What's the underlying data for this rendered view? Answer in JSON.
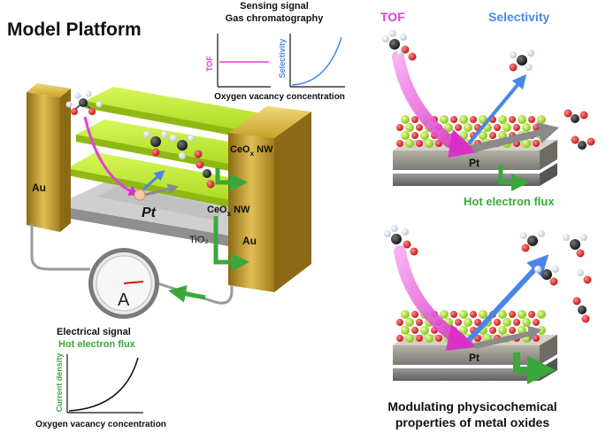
{
  "left_panel": {
    "title": "Model Platform",
    "sensing": {
      "title_line1": "Sensing signal",
      "title_line2": "Gas chromatography",
      "tof_axis": "TOF",
      "selectivity_axis": "Selectivity",
      "x_axis": "Oxygen vacancy concentration"
    },
    "device": {
      "electrode_left": "Au",
      "electrode_right": "Au",
      "catalyst": "Pt",
      "nanowire_1": "CeO",
      "nanowire_1_sub": "x",
      "nanowire_1_suffix": " NW",
      "nanowire_2": "CeO",
      "nanowire_2_sub": "x",
      "nanowire_2_suffix": " NW",
      "support": "TiO₂",
      "ammeter": "A"
    },
    "electrical": {
      "title_line1": "Electrical signal",
      "title_line2": "Hot electron flux",
      "y_axis": "Current density",
      "x_axis": "Oxygen vacancy concentration"
    }
  },
  "right_panel": {
    "tof_label": "TOF",
    "selectivity_label": "Selectivity",
    "top_metal": "Pt",
    "hot_electron_label": "Hot electron flux",
    "bottom_metal": "Pt",
    "caption_line1": "Modulating physicochemical",
    "caption_line2": "properties of metal oxides"
  },
  "colors": {
    "tof": "#e23fd6",
    "selectivity": "#4a86e8",
    "hot_electron": "#3aa83a",
    "nanowire": "#c8f03a",
    "gold": "#c9a227",
    "oxygen_atom": "#e02020",
    "metal_atom": "#a8e23a"
  }
}
